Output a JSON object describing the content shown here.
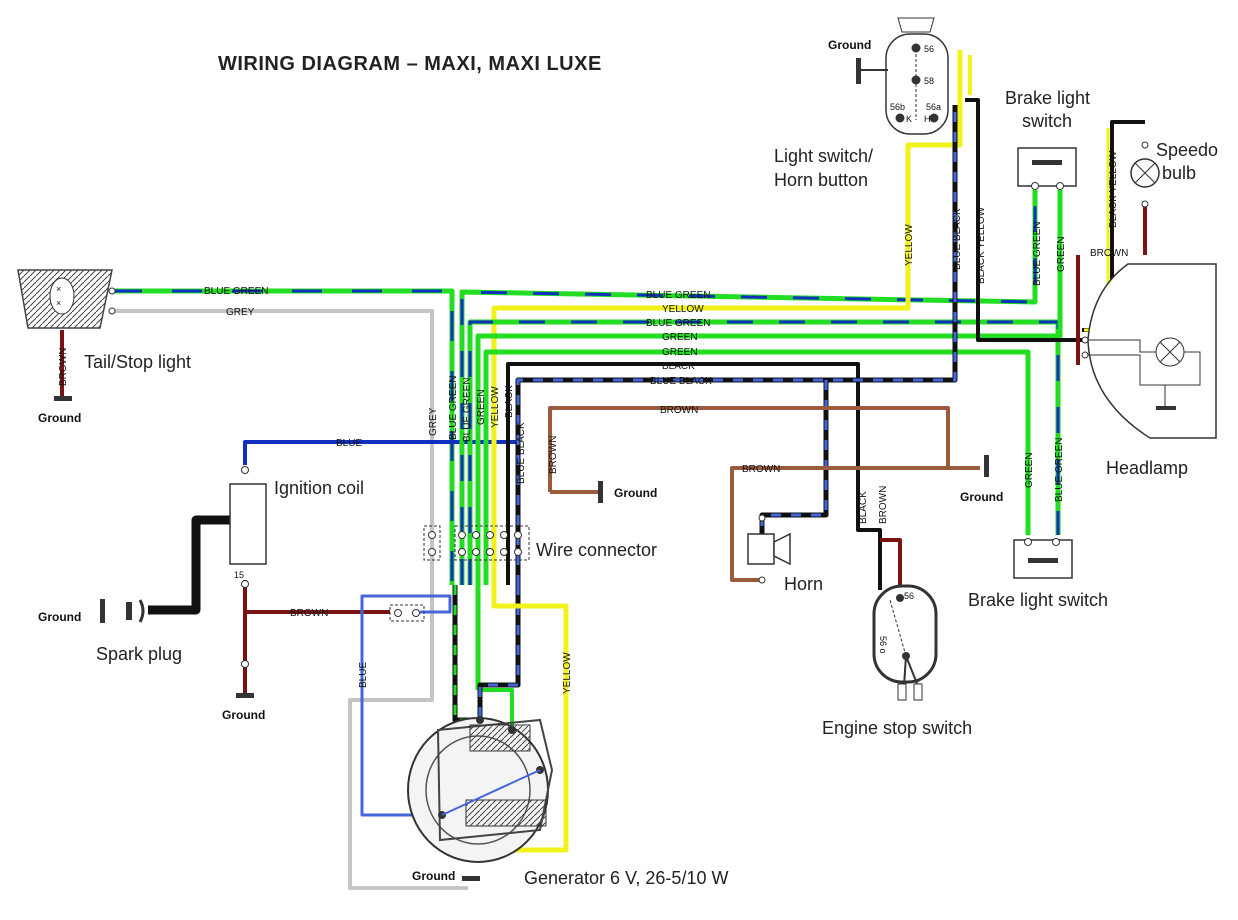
{
  "title": "WIRING DIAGRAM – MAXI, MAXI LUXE",
  "components": {
    "tail_stop_light": "Tail/Stop light",
    "ignition_coil": "Ignition coil",
    "spark_plug": "Spark plug",
    "wire_connector": "Wire connector",
    "generator": "Generator 6 V, 26-5/10 W",
    "light_switch": "Light switch/\nHorn button",
    "brake_light_switch_top": "Brake light\nswitch",
    "speedo_bulb": "Speedo\nbulb",
    "headlamp": "Headlamp",
    "horn": "Horn",
    "engine_stop_switch": "Engine stop switch",
    "brake_light_switch_bottom": "Brake light switch"
  },
  "ground_label": "Ground",
  "pin_labels": {
    "coil_15": "15",
    "ls_56": "56",
    "ls_58": "58",
    "ls_56b": "56b",
    "ls_56a": "56a",
    "ls_k": "K",
    "ls_h": "H",
    "es_56": "56",
    "es_56o": "56\no"
  },
  "wire_labels": [
    {
      "id": "w1",
      "text": "BLUE GREEN"
    },
    {
      "id": "w2",
      "text": "GREY"
    },
    {
      "id": "w3",
      "text": "BROWN"
    },
    {
      "id": "w4",
      "text": "BLUE"
    },
    {
      "id": "w5",
      "text": "GREY"
    },
    {
      "id": "w6",
      "text": "BLUE GREEN"
    },
    {
      "id": "w7",
      "text": "BLUE GREEN"
    },
    {
      "id": "w8",
      "text": "GREEN"
    },
    {
      "id": "w9",
      "text": "YELLOW"
    },
    {
      "id": "w10",
      "text": "BLACK"
    },
    {
      "id": "w11",
      "text": "BLUE BLACK"
    },
    {
      "id": "w12",
      "text": "BLUE GREEN"
    },
    {
      "id": "w13",
      "text": "YELLOW"
    },
    {
      "id": "w14",
      "text": "BLUE GREEN"
    },
    {
      "id": "w15",
      "text": "GREEN"
    },
    {
      "id": "w16",
      "text": "GREEN"
    },
    {
      "id": "w17",
      "text": "BLACK"
    },
    {
      "id": "w18",
      "text": "BLUE BLACK"
    },
    {
      "id": "w19",
      "text": "BROWN"
    },
    {
      "id": "w20",
      "text": "BROWN"
    },
    {
      "id": "w21",
      "text": "BROWN"
    },
    {
      "id": "w22",
      "text": "YELLOW"
    },
    {
      "id": "w23",
      "text": "BLUE BLACK"
    },
    {
      "id": "w24",
      "text": "BLACK YELLOW"
    },
    {
      "id": "w25",
      "text": "BLUE GREEN"
    },
    {
      "id": "w26",
      "text": "GREEN"
    },
    {
      "id": "w27",
      "text": "BLACK YELLOW"
    },
    {
      "id": "w28",
      "text": "BROWN"
    },
    {
      "id": "w29",
      "text": "GREEN"
    },
    {
      "id": "w30",
      "text": "BLUE GREEN"
    },
    {
      "id": "w31",
      "text": "BLACK"
    },
    {
      "id": "w32",
      "text": "BROWN"
    },
    {
      "id": "w33",
      "text": "BROWN"
    },
    {
      "id": "w34",
      "text": "BLUE"
    },
    {
      "id": "w35",
      "text": "YELLOW"
    }
  ],
  "colors": {
    "green": "#22dd22",
    "blue": "#1030c0",
    "yellow": "#f2f21a",
    "black": "#111111",
    "grey": "#c4c4c4",
    "brown": "#9a5a3c",
    "darkred": "#7a1414",
    "lightblue": "#5577dd"
  }
}
